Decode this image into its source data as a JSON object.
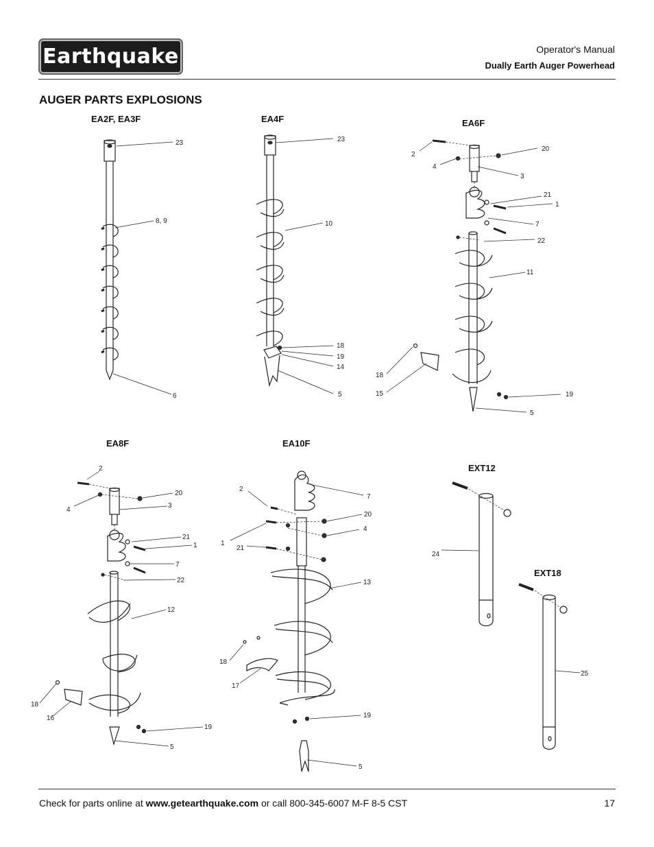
{
  "header": {
    "brand": "Earthquake",
    "manual_type": "Operator's Manual",
    "manual_title": "Dually Earth Auger Powerhead"
  },
  "section_title": "AUGER PARTS EXPLOSIONS",
  "models": [
    {
      "id": "ea2f",
      "label": "EA2F, EA3F",
      "callouts": [
        "23",
        "8, 9",
        "6"
      ]
    },
    {
      "id": "ea4f",
      "label": "EA4F",
      "callouts": [
        "23",
        "10",
        "18",
        "19",
        "14",
        "5"
      ]
    },
    {
      "id": "ea6f",
      "label": "EA6F",
      "callouts": [
        "2",
        "4",
        "20",
        "3",
        "21",
        "1",
        "7",
        "22",
        "11",
        "18",
        "15",
        "19",
        "5"
      ]
    },
    {
      "id": "ea8f",
      "label": "EA8F",
      "callouts": [
        "2",
        "4",
        "20",
        "3",
        "21",
        "1",
        "7",
        "22",
        "12",
        "18",
        "16",
        "19",
        "5"
      ]
    },
    {
      "id": "ea10f",
      "label": "EA10F",
      "callouts": [
        "2",
        "7",
        "20",
        "4",
        "1",
        "21",
        "13",
        "18",
        "17",
        "19",
        "5"
      ]
    },
    {
      "id": "ext12",
      "label": "EXT12",
      "callouts": [
        "24"
      ]
    },
    {
      "id": "ext18",
      "label": "EXT18",
      "callouts": [
        "25"
      ]
    }
  ],
  "footer": {
    "prefix": "Check for parts online at",
    "website": "www.getearthquake.com",
    "suffix": "or call 800-345-6007 M-F 8-5 CST",
    "page_number": "17"
  }
}
